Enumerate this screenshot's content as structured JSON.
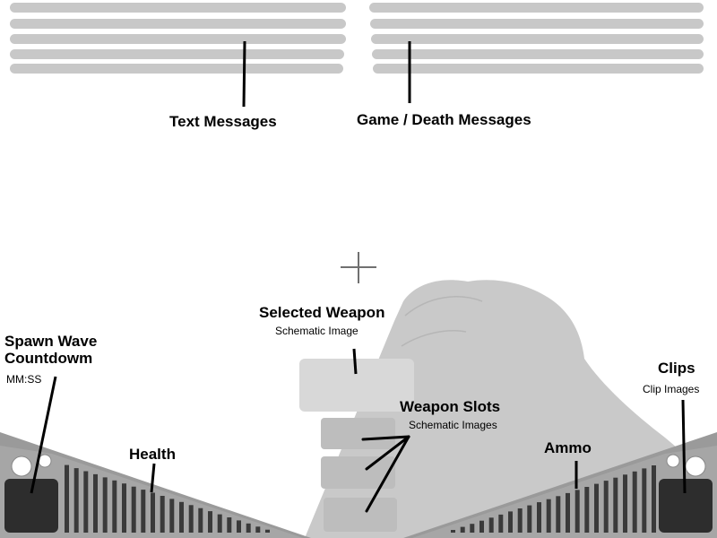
{
  "labels": {
    "text_messages": "Text Messages",
    "game_death_messages": "Game / Death Messages",
    "selected_weapon": "Selected Weapon",
    "selected_weapon_sub": "Schematic Image",
    "spawn_wave_line1": "Spawn Wave",
    "spawn_wave_line2": "Countdowm",
    "spawn_timer_format": "MM:SS",
    "health": "Health",
    "weapon_slots": "Weapon Slots",
    "weapon_slots_sub": "Schematic Images",
    "ammo": "Ammo",
    "clips": "Clips",
    "clips_sub": "Clip Images"
  },
  "icons": {
    "crosshair": "crosshair-icon",
    "hand": "hand-silhouette"
  },
  "colors": {
    "message_bar": "#c8c8c8",
    "hand": "#c9c9c9",
    "panel": "#a0a0a0",
    "panel_bar": "#3a3a3a",
    "box": "#2d2d2d",
    "slot": "#bdbdbd",
    "selected_slot": "#d8d8d8",
    "crosshair": "#707070"
  }
}
